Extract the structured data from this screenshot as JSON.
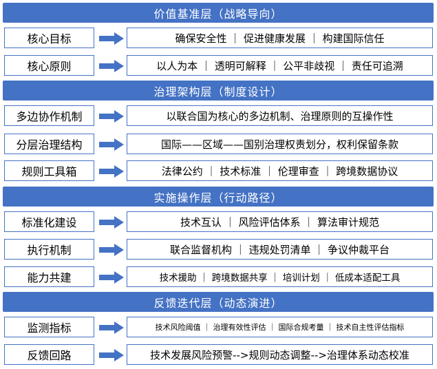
{
  "layers": [
    {
      "title": "价值基准层（战略导向）",
      "rows": [
        {
          "label": "核心目标",
          "content": "确保安全性 ｜ 促进健康发展 ｜ 构建国际信任"
        },
        {
          "label": "核心原则",
          "content": "以人为本 ｜ 透明可解释 ｜ 公平非歧视 ｜ 责任可追溯"
        }
      ]
    },
    {
      "title": "治理架构层（制度设计）",
      "rows": [
        {
          "label": "多边协作机制",
          "content": "以联合国为核心的多边机制、治理原则的互操作性"
        },
        {
          "label": "分层治理结构",
          "content": "国际——区域——国别治理权责划分，权利保留条款"
        },
        {
          "label": "规则工具箱",
          "content": "法律公约 ｜ 技术标准 ｜ 伦理审查 ｜ 跨境数据协议"
        }
      ]
    },
    {
      "title": "实施操作层（行动路径）",
      "rows": [
        {
          "label": "标准化建设",
          "content": "技术互认 ｜ 风险评估体系 ｜ 算法审计规范"
        },
        {
          "label": "执行机制",
          "content": "联合监督机构 ｜ 违规处罚清单 ｜ 争议仲裁平台"
        },
        {
          "label": "能力共建",
          "content": "技术援助 ｜ 跨境数据共享 ｜ 培训计划 ｜ 低成本适配工具"
        }
      ]
    },
    {
      "title": "反馈迭代层（动态演进）",
      "rows": [
        {
          "label": "监测指标",
          "content": "技术风险阈值 ｜ 治理有效性评估 ｜ 国际合规考量 ｜ 技术自主性评估指标"
        },
        {
          "label": "反馈回路",
          "content": "技术发展风险预警-->规则动态调整-->治理体系动态校准"
        }
      ]
    }
  ],
  "colors": {
    "band": "#4472c4",
    "border": "#4472c4",
    "arrow": "#4472c4"
  }
}
